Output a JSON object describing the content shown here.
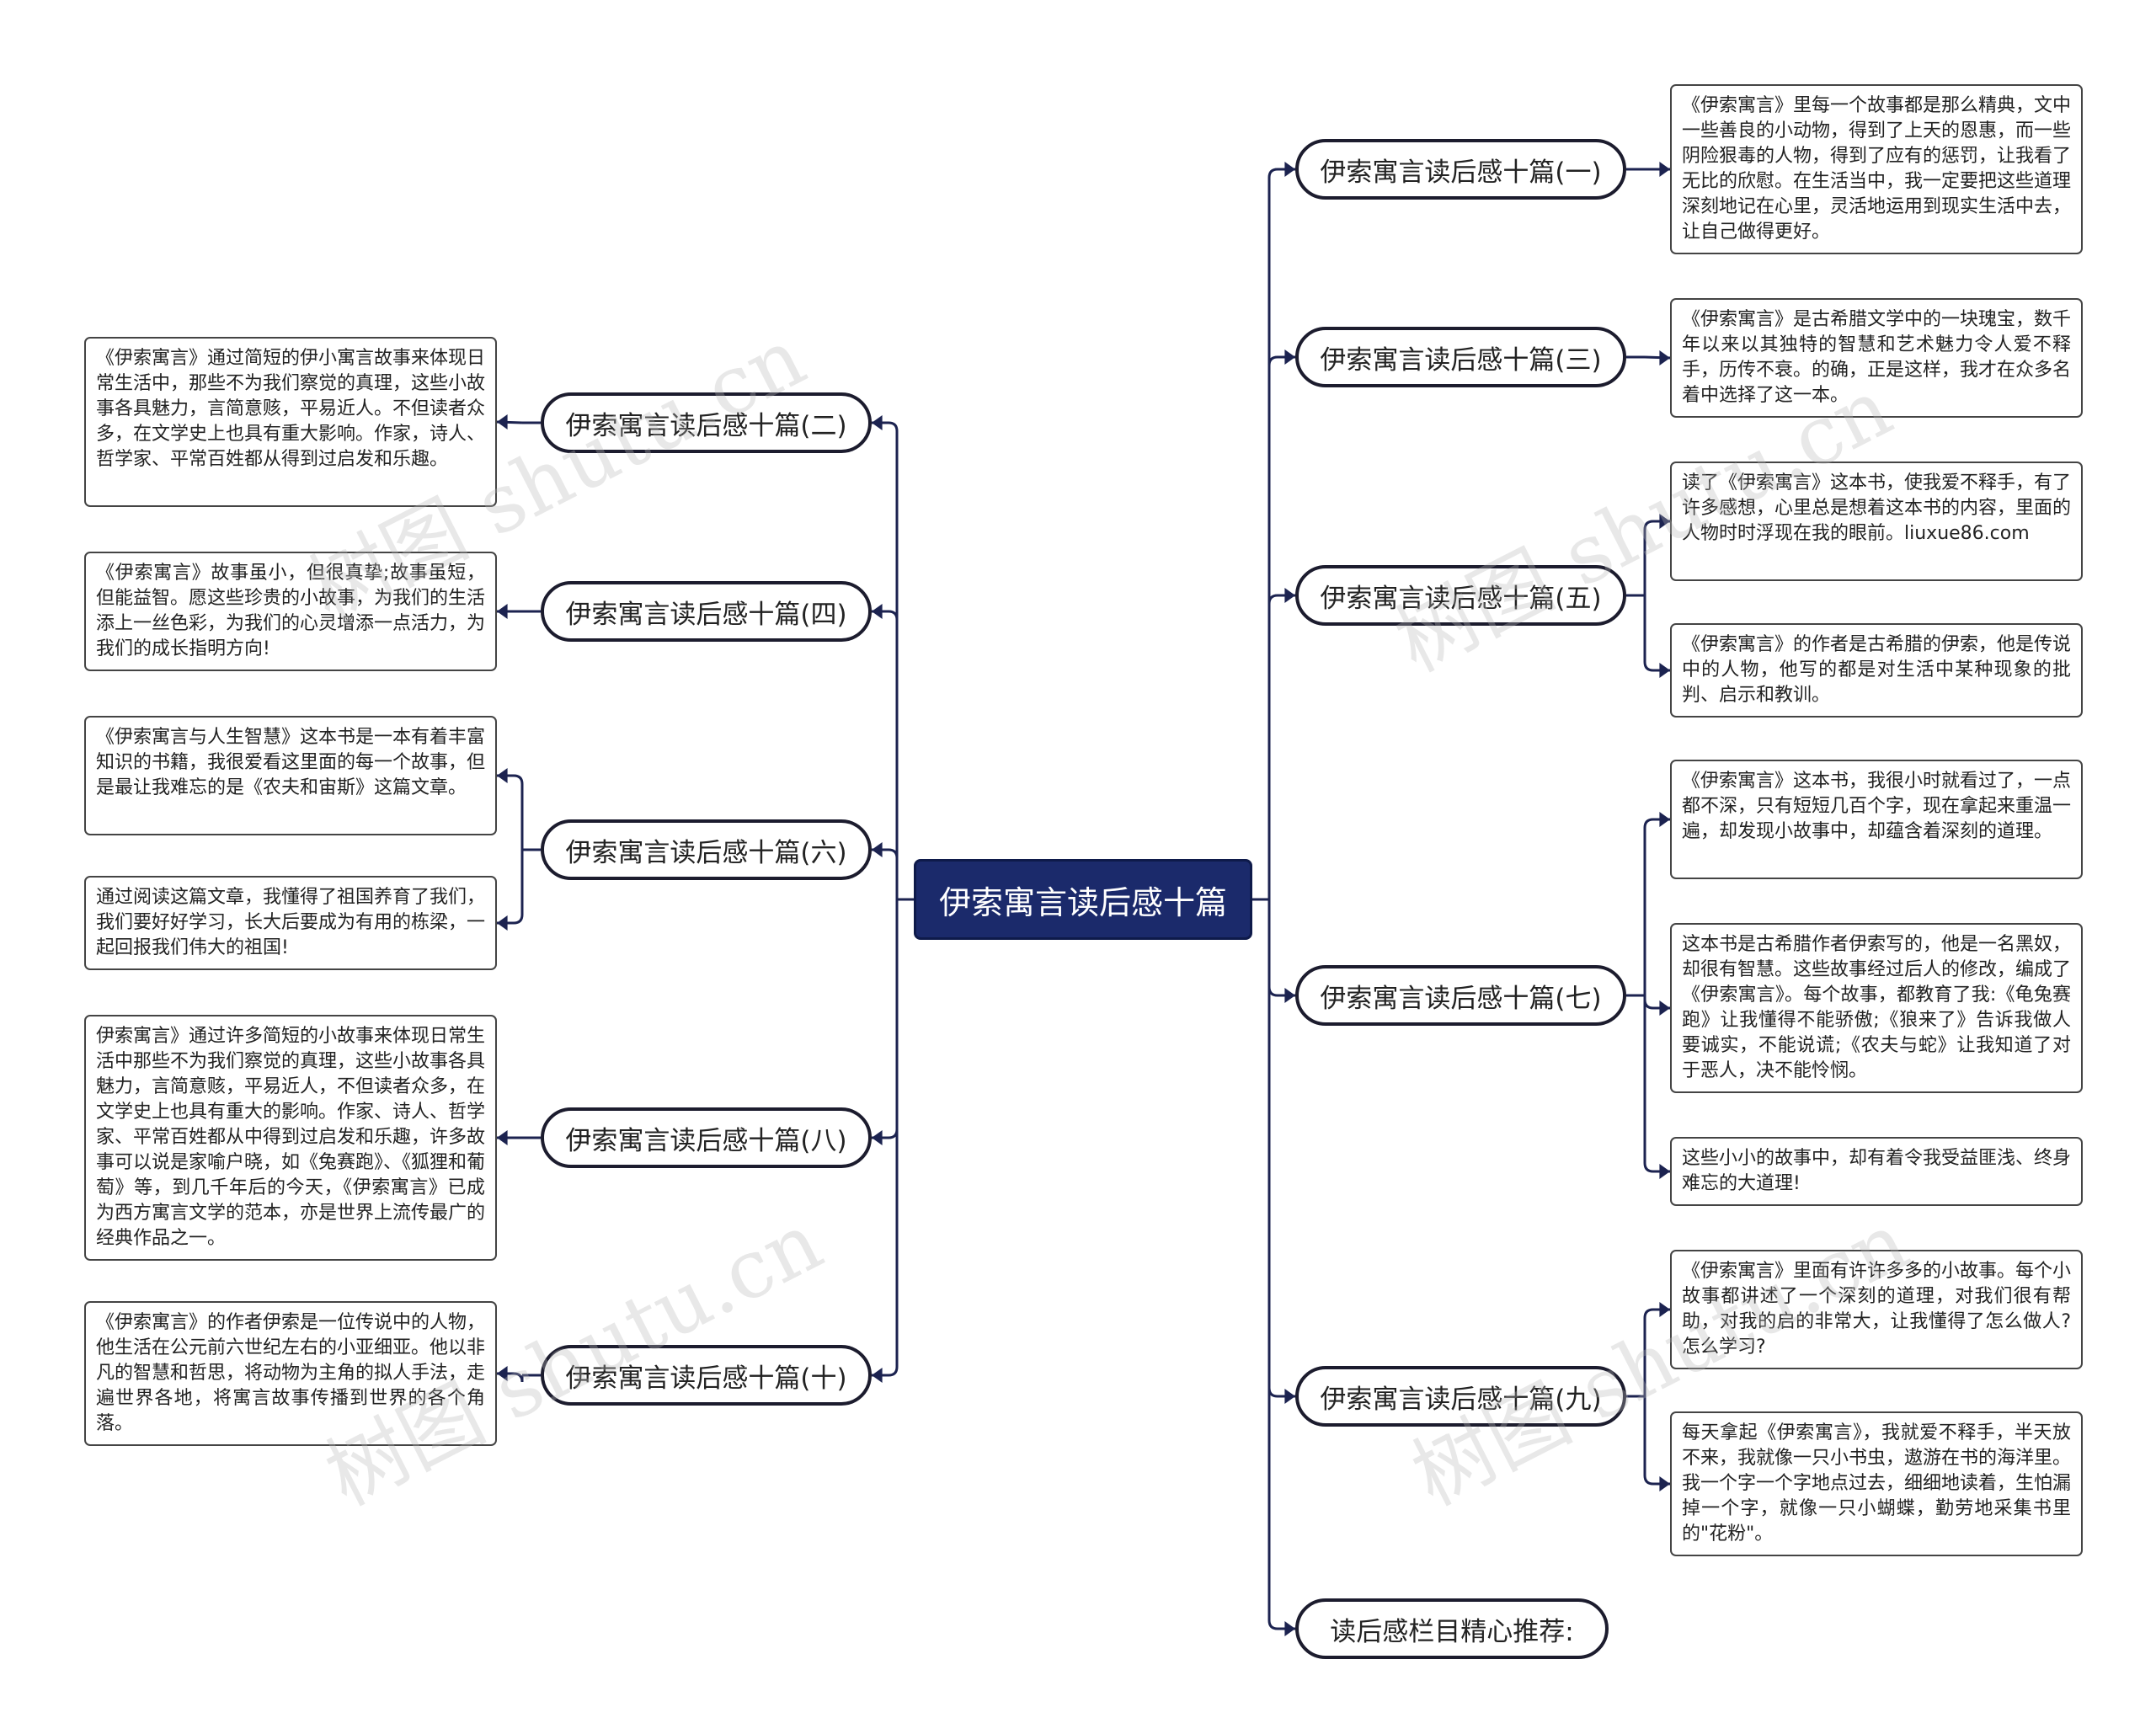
{
  "root": {
    "label": "伊索寓言读后感十篇"
  },
  "branches": [
    {
      "id": "b1",
      "label": "伊索寓言读后感十篇(一)",
      "leaves": [
        "《伊索寓言》里每一个故事都是那么精典，文中一些善良的小动物，得到了上天的恩惠，而一些阴险狠毒的人物，得到了应有的惩罚，让我看了无比的欣慰。在生活当中，我一定要把这些道理深刻地记在心里，灵活地运用到现实生活中去，让自己做得更好。"
      ]
    },
    {
      "id": "b2",
      "label": "伊索寓言读后感十篇(二)",
      "leaves": [
        "《伊索寓言》通过简短的伊小寓言故事来体现日常生活中，那些不为我们察觉的真理，这些小故事各具魅力，言简意赅，平易近人。不但读者众多，在文学史上也具有重大影响。作家，诗人、哲学家、平常百姓都从得到过启发和乐趣。"
      ]
    },
    {
      "id": "b3",
      "label": "伊索寓言读后感十篇(三)",
      "leaves": [
        "《伊索寓言》是古希腊文学中的一块瑰宝，数千年以来以其独特的智慧和艺术魅力令人爱不释手，历传不衰。的确，正是这样，我才在众多名着中选择了这一本。"
      ]
    },
    {
      "id": "b4",
      "label": "伊索寓言读后感十篇(四)",
      "leaves": [
        "《伊索寓言》故事虽小，但很真挚;故事虽短，但能益智。愿这些珍贵的小故事，为我们的生活添上一丝色彩，为我们的心灵增添一点活力，为我们的成长指明方向!"
      ]
    },
    {
      "id": "b5",
      "label": "伊索寓言读后感十篇(五)",
      "leaves": [
        "读了《伊索寓言》这本书，使我爱不释手，有了许多感想，心里总是想着这本书的内容，里面的人物时时浮现在我的眼前。liuxue86.com",
        "《伊索寓言》的作者是古希腊的伊索，他是传说中的人物，他写的都是对生活中某种现象的批判、启示和教训。"
      ]
    },
    {
      "id": "b6",
      "label": "伊索寓言读后感十篇(六)",
      "leaves": [
        "《伊索寓言与人生智慧》这本书是一本有着丰富知识的书籍，我很爱看这里面的每一个故事，但是最让我难忘的是《农夫和宙斯》这篇文章。",
        "通过阅读这篇文章，我懂得了祖国养育了我们，我们要好好学习，长大后要成为有用的栋梁，一起回报我们伟大的祖国!"
      ]
    },
    {
      "id": "b7",
      "label": "伊索寓言读后感十篇(七)",
      "leaves": [
        "《伊索寓言》这本书，我很小时就看过了，一点都不深，只有短短几百个字，现在拿起来重温一遍，却发现小故事中，却蕴含着深刻的道理。",
        "这本书是古希腊作者伊索写的，他是一名黑奴，却很有智慧。这些故事经过后人的修改，编成了《伊索寓言》。每个故事，都教育了我:《龟兔赛跑》让我懂得不能骄傲;《狼来了》告诉我做人要诚实，不能说谎;《农夫与蛇》让我知道了对于恶人，决不能怜悯。",
        "这些小小的故事中，却有着令我受益匪浅、终身难忘的大道理!"
      ]
    },
    {
      "id": "b8",
      "label": "伊索寓言读后感十篇(八)",
      "leaves": [
        "伊索寓言》通过许多简短的小故事来体现日常生活中那些不为我们察觉的真理，这些小故事各具魅力，言简意赅，平易近人，不但读者众多，在文学史上也具有重大的影响。作家、诗人、哲学家、平常百姓都从中得到过启发和乐趣，许多故事可以说是家喻户晓，如《兔赛跑》、《狐狸和葡萄》等，到几千年后的今天，《伊索寓言》已成为西方寓言文学的范本，亦是世界上流传最广的经典作品之一。"
      ]
    },
    {
      "id": "b9",
      "label": "伊索寓言读后感十篇(九)",
      "leaves": [
        "《伊索寓言》里面有许许多多的小故事。每个小故事都讲述了一个深刻的道理，对我们很有帮助，对我的启的非常大，让我懂得了怎么做人?怎么学习?",
        "每天拿起《伊索寓言》，我就爱不释手，半天放不来，我就像一只小书虫，遨游在书的海洋里。我一个字一个字地点过去，细细地读着，生怕漏掉一个字，就像一只小蝴蝶，勤劳地采集书里的\"花粉\"。"
      ]
    },
    {
      "id": "b10",
      "label": "伊索寓言读后感十篇(十)",
      "leaves": [
        "《伊索寓言》的作者伊索是一位传说中的人物，他生活在公元前六世纪左右的小亚细亚。他以非凡的智慧和哲思，将动物为主角的拟人手法，走遍世界各地，将寓言故事传播到世界的各个角落。"
      ]
    },
    {
      "id": "b11",
      "label": "读后感栏目精心推荐:",
      "leaves": []
    }
  ],
  "watermark": {
    "text": "树图 shutu.cn"
  },
  "colors": {
    "root_fill": "#1b2a6b",
    "line": "#1c2350",
    "branch_border": "#1c1c2e"
  }
}
